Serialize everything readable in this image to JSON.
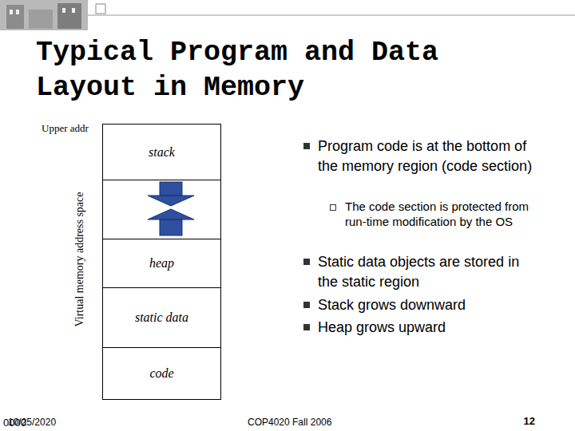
{
  "diagram": {
    "title": "Typical Program and Data Layout in Memory",
    "nodes": [
      {
        "text": [
          "stack"
        ]
      },
      {
        "text": [
          "heap"
        ]
      },
      {
        "text": [
          "static data"
        ]
      },
      {
        "text": [
          "code"
        ]
      }
    ],
    "labels": [
      "Upper addr",
      "Virtual memory address space",
      "0000",
      "Program code is at the bottom of the memory region (code section)",
      "The code section is protected from run-time modification by the OS",
      "Static data objects are stored in the static region",
      "Stack grows downward",
      "Heap grows upward",
      "10/25/2020",
      "COP4020 Fall 2006",
      "12"
    ]
  }
}
